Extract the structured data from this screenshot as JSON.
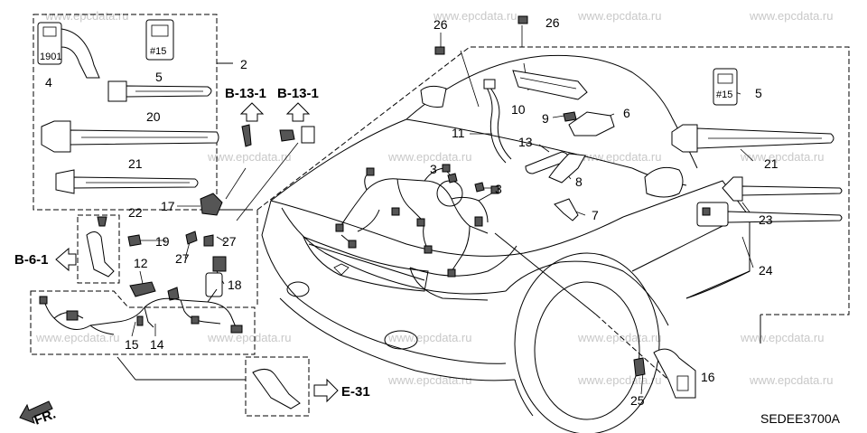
{
  "watermark": "www.epcdata.ru",
  "diagram_code": "SEDEE3700A",
  "front_label": "FR.",
  "refs": {
    "b13_1": "B-13-1",
    "b6_1": "B-6-1",
    "e31": "E-31"
  },
  "callouts": [
    "2",
    "3",
    "4",
    "5",
    "6",
    "7",
    "8",
    "9",
    "10",
    "11",
    "12",
    "13",
    "14",
    "15",
    "16",
    "17",
    "18",
    "19",
    "20",
    "21",
    "22",
    "23",
    "24",
    "25",
    "26",
    "27"
  ]
}
